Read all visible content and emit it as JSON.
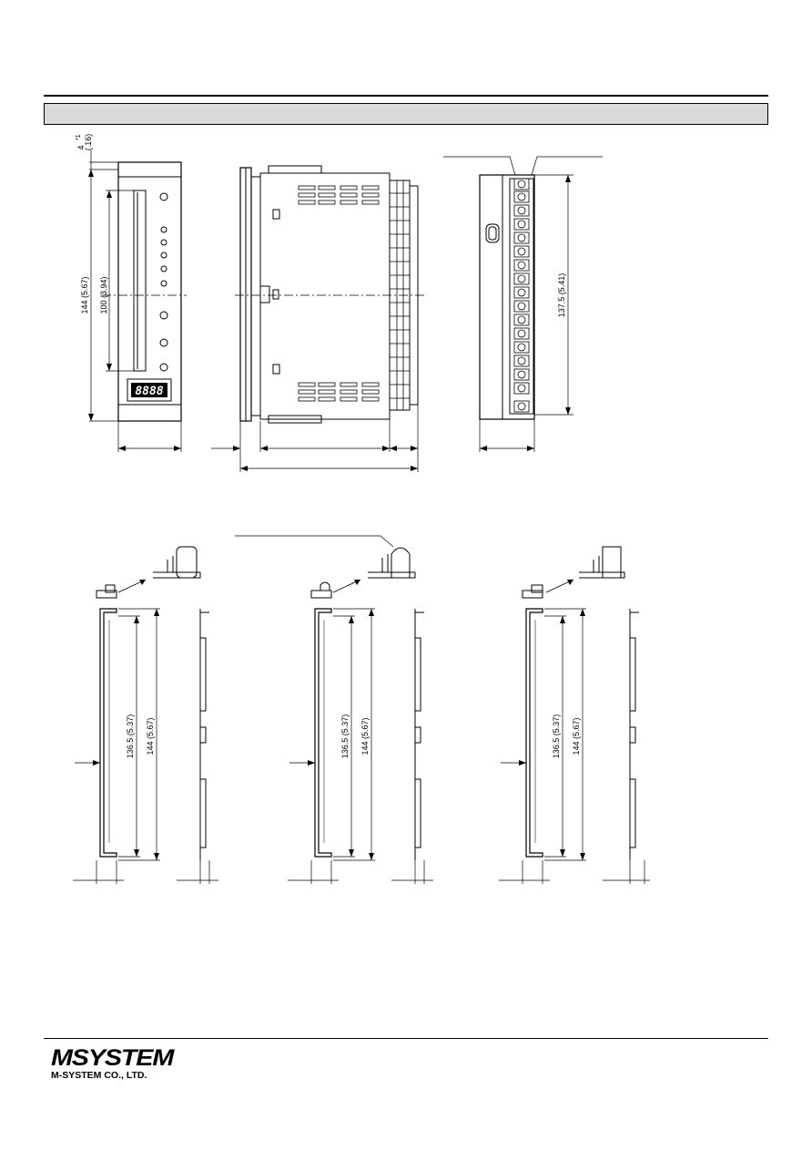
{
  "dimensions": {
    "front_top_gap": "4",
    "front_top_gap_note": "*1",
    "front_top_gap_inch": "(.16)",
    "front_height": "144 (5.67)",
    "front_window": "100 (3.94)",
    "rear_terminal_span": "137.5 (5.41)",
    "bracket_inner": "136.5 (5.37)",
    "bracket_outer": "144 (5.67)"
  },
  "display": {
    "digits": "8888"
  },
  "footer": {
    "logo_text": "MSYSTEM",
    "company": "M-SYSTEM CO., LTD."
  }
}
